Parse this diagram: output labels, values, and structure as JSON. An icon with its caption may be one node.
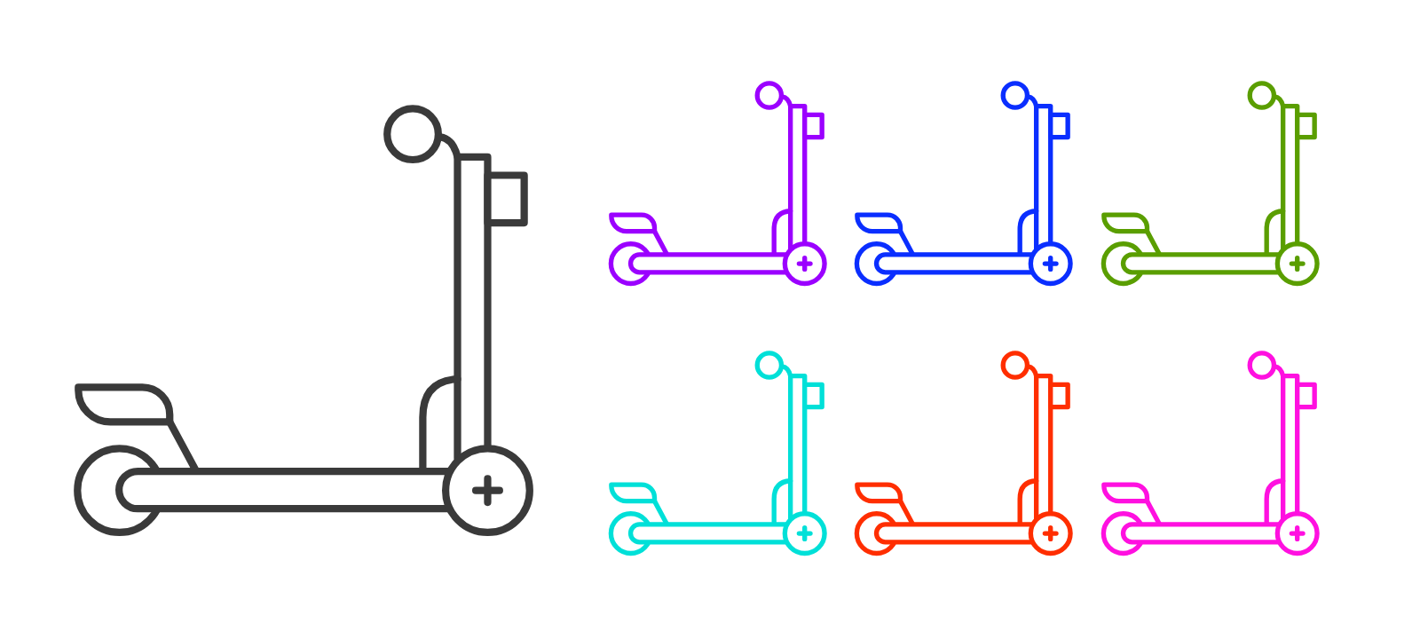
{
  "diagram": {
    "nodes": [
      {
        "text": [],
        "shape": "picture"
      },
      {
        "text": [],
        "shape": "picture"
      },
      {
        "text": [],
        "shape": "picture"
      },
      {
        "text": [],
        "shape": "picture"
      },
      {
        "text": [],
        "shape": "picture"
      },
      {
        "text": [],
        "shape": "picture"
      },
      {
        "text": [],
        "shape": "picture"
      }
    ]
  }
}
